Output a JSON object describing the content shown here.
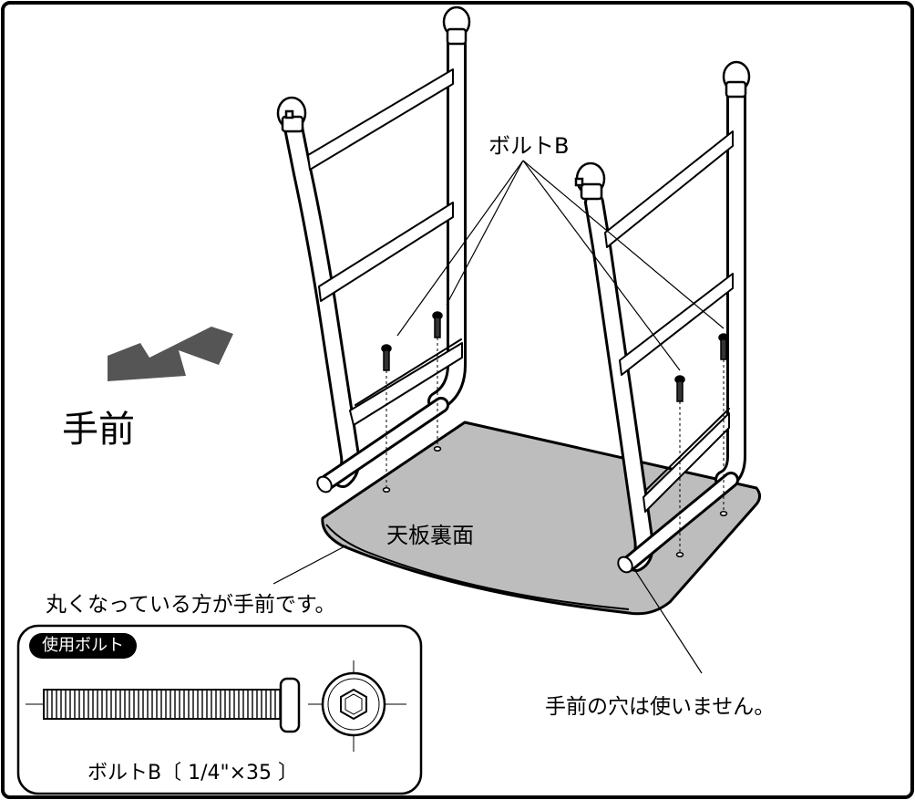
{
  "labels": {
    "bolt_callout": "ボルトB",
    "front_direction": "手前",
    "tabletop_underside": "天板裏面",
    "rounded_side_note": "丸くなっている方が手前です。",
    "front_holes_note": "手前の穴は使いません。"
  },
  "inset": {
    "badge": "使用ボルト",
    "bolt_spec": "ボルトB〔 1/4\"×35 〕"
  },
  "colors": {
    "tabletop_fill": "#bdbdbd",
    "arrow_fill": "#555555",
    "line": "#000000"
  }
}
